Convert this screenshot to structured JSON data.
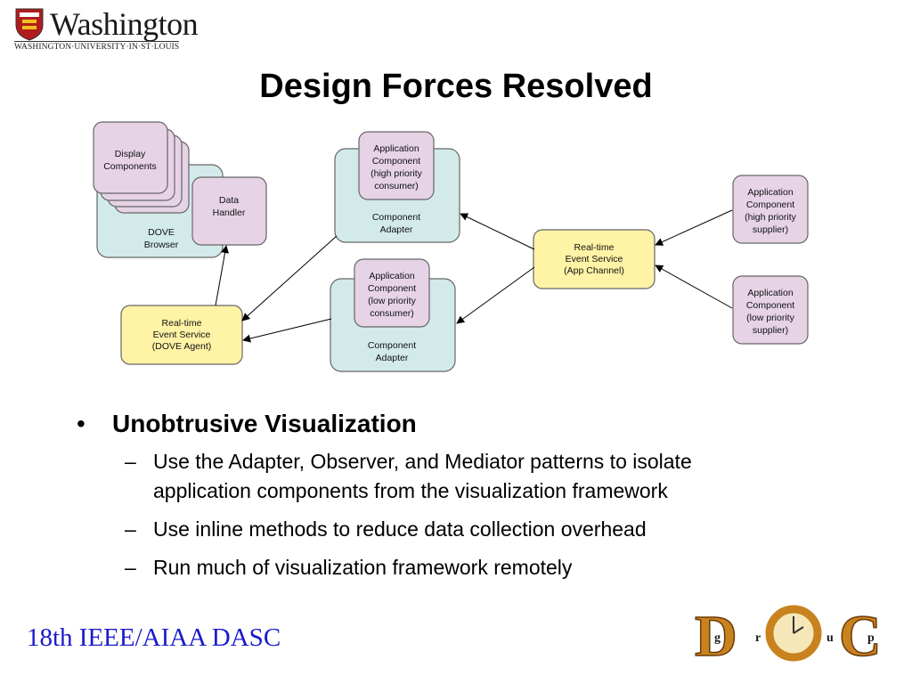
{
  "header": {
    "logo_text": "Washington",
    "logo_subtext": "WASHINGTON·UNIVERSITY·IN·ST·LOUIS"
  },
  "title": "Design Forces Resolved",
  "diagram": {
    "display_components": [
      "Display",
      "Components"
    ],
    "dove_browser": [
      "DOVE",
      "Browser"
    ],
    "data_handler": [
      "Data",
      "Handler"
    ],
    "dove_agent": [
      "Real-time",
      "Event Service",
      "(DOVE Agent)"
    ],
    "app_high_consumer": [
      "Application",
      "Component",
      "(high priority",
      "consumer)"
    ],
    "adapter_top": [
      "Component",
      "Adapter"
    ],
    "app_low_consumer": [
      "Application",
      "Component",
      "(low priority",
      "consumer)"
    ],
    "adapter_bottom": [
      "Component",
      "Adapter"
    ],
    "app_channel": [
      "Real-time",
      "Event Service",
      "(App Channel)"
    ],
    "app_high_supplier": [
      "Application",
      "Component",
      "(high priority",
      "supplier)"
    ],
    "app_low_supplier": [
      "Application",
      "Component",
      "(low priority",
      "supplier)"
    ]
  },
  "bullets": {
    "main": "Unobtrusive Visualization",
    "items": [
      [
        "Use the Adapter, Observer, and Mediator patterns to isolate",
        "application components from the visualization framework"
      ],
      [
        "Use inline methods to reduce data collection overhead"
      ],
      [
        "Run much of visualization framework remotely"
      ]
    ]
  },
  "footer": {
    "conference": "18th IEEE/AIAA DASC"
  },
  "doc_logo": {
    "letters": [
      "D",
      "O",
      "C"
    ],
    "small": [
      "g",
      "r",
      "u",
      "p"
    ]
  },
  "colors": {
    "purple_fill": "#e6d3e6",
    "cyan_fill": "#d3eaea",
    "yellow_fill": "#fff3a6",
    "footer_blue": "#1a1acc"
  }
}
